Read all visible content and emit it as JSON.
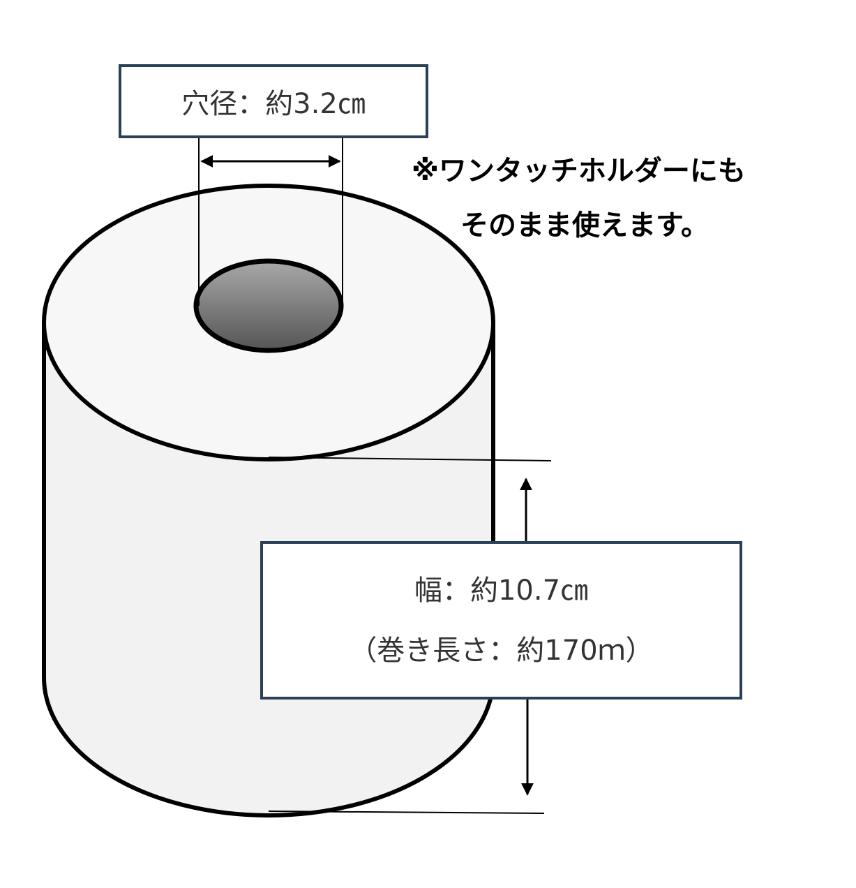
{
  "hole_label": "穴径：約3.2㎝",
  "width_label": "幅：約10.7㎝",
  "length_label": "（巻き長さ：約170ｍ）",
  "note_line1": "※ワンタッチホルダーにも",
  "note_line2": "そのまま使えます。",
  "colors": {
    "outline": "#000000",
    "box_border": "#2b3f57",
    "roll_side": "#f2f2f2",
    "roll_top": "#f7f7f7",
    "core_light": "#a8a8a8",
    "core_dark": "#555555"
  }
}
